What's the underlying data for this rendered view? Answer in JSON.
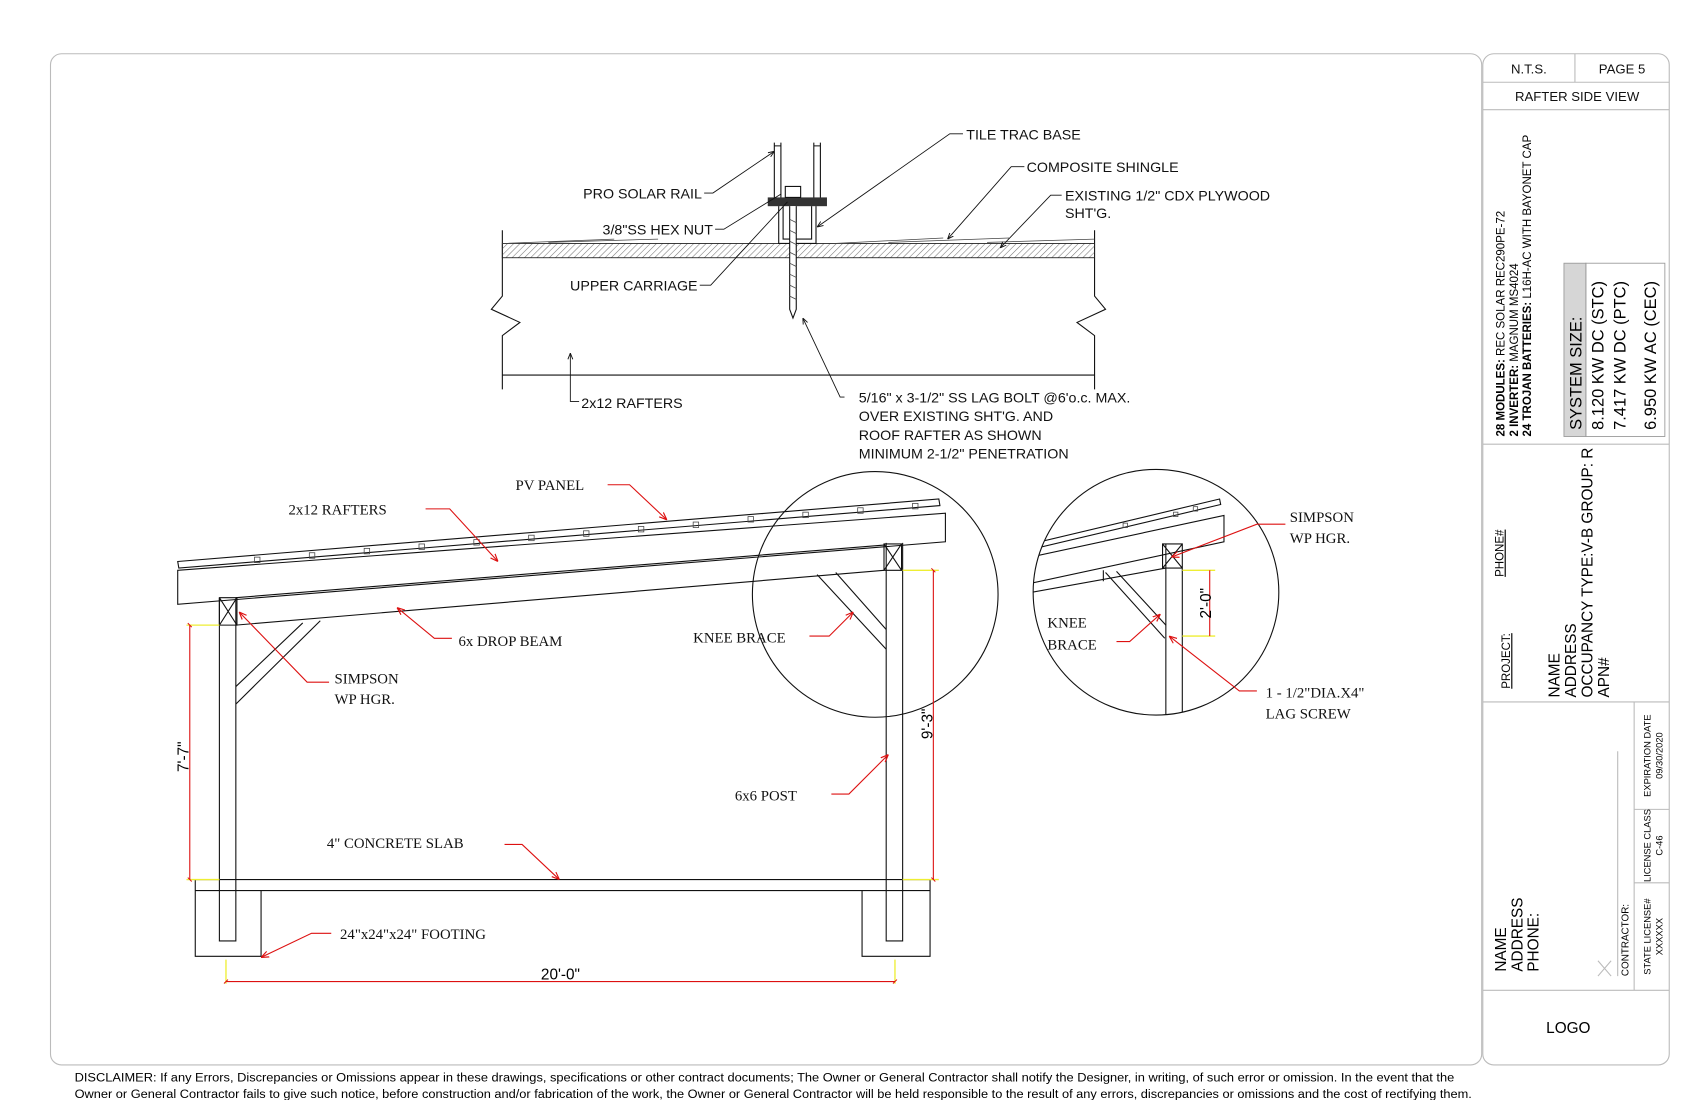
{
  "title_block": {
    "scale": "N.T.S.",
    "page": "PAGE 5",
    "sheet_title": "RAFTER SIDE VIEW",
    "equipment": [
      {
        "qty_label": "28 MODULES:",
        "value": " REC SOLAR REC290PE-72"
      },
      {
        "qty_label": "2 INVERTER:",
        "value": " MAGNUM MS4024"
      },
      {
        "qty_label": "24 TROJAN BATTERIES:",
        "value": " L16H-AC WITH BAYONET CAP"
      }
    ],
    "system_size": {
      "header": "SYSTEM SIZE:",
      "rows": [
        "8.120  KW DC (STC)",
        "7.417  KW DC (PTC)",
        "6.950  KW AC (CEC)"
      ]
    },
    "project": {
      "label": "PROJECT:",
      "phone_label": "PHONE#",
      "lines": [
        "NAME",
        "ADDRESS",
        "OCCUPANCY TYPE:V-B GROUP: R",
        "APN#"
      ]
    },
    "contractor": {
      "lines": [
        "NAME",
        "ADDRESS",
        "PHONE:"
      ],
      "label": "CONTRACTOR:",
      "state_license_label": "STATE LICENSE#",
      "state_license_value": "XXXXXX",
      "license_class_label": "LICENSE CLASS",
      "license_class_value": "C-46",
      "expiration_label": "EXPIRATION DATE",
      "expiration_value": "09/30/2020"
    },
    "logo": "LOGO"
  },
  "top_detail": {
    "tile_trac_base": "TILE TRAC BASE",
    "composite_shingle": "COMPOSITE SHINGLE",
    "plywood_1": "EXISTING 1/2\" CDX PLYWOOD",
    "plywood_2": "SHT'G.",
    "pro_solar_rail": "PRO SOLAR RAIL",
    "hex_nut": "3/8\"SS HEX NUT",
    "upper_carriage": "UPPER CARRIAGE",
    "rafters": "2x12 RAFTERS",
    "lag_bolt": [
      "5/16\" x 3-1/2\" SS LAG BOLT @6'o.c. MAX.",
      "OVER EXISTING SHT'G. AND",
      "ROOF RAFTER AS SHOWN",
      "MINIMUM 2-1/2\" PENETRATION"
    ]
  },
  "side_view": {
    "pv_panel": "PV PANEL",
    "rafters": "2x12 RAFTERS",
    "drop_beam": "6x DROP BEAM",
    "knee_brace": "KNEE BRACE",
    "simpson_1": "SIMPSON",
    "simpson_2": "WP HGR.",
    "post": "6x6 POST",
    "slab": "4\" CONCRETE SLAB",
    "footing": "24\"x24\"x24\" FOOTING",
    "dim_left": "7'-7\"",
    "dim_right": "9'-3\"",
    "dim_width": "20'-0\""
  },
  "detail_circle": {
    "simpson_1": "SIMPSON",
    "simpson_2": "WP HGR.",
    "knee_1": "KNEE",
    "knee_2": "BRACE",
    "lag_1": "1 - 1/2\"DIA.X4\"",
    "lag_2": "LAG SCREW",
    "dim": "2'-0\""
  },
  "disclaimer": [
    "DISCLAIMER: If any Errors, Discrepancies or Omissions appear in these drawings, specifications or other contract documents; The Owner or General Contractor shall notify the Designer, in writing, of such error or omission. In the event that the",
    "Owner or General Contractor fails to give such notice, before construction and/or fabrication of the work, the Owner or General Contractor will be held responsible to the result of any errors, discrepancies or omissions and the cost of rectifying them."
  ]
}
